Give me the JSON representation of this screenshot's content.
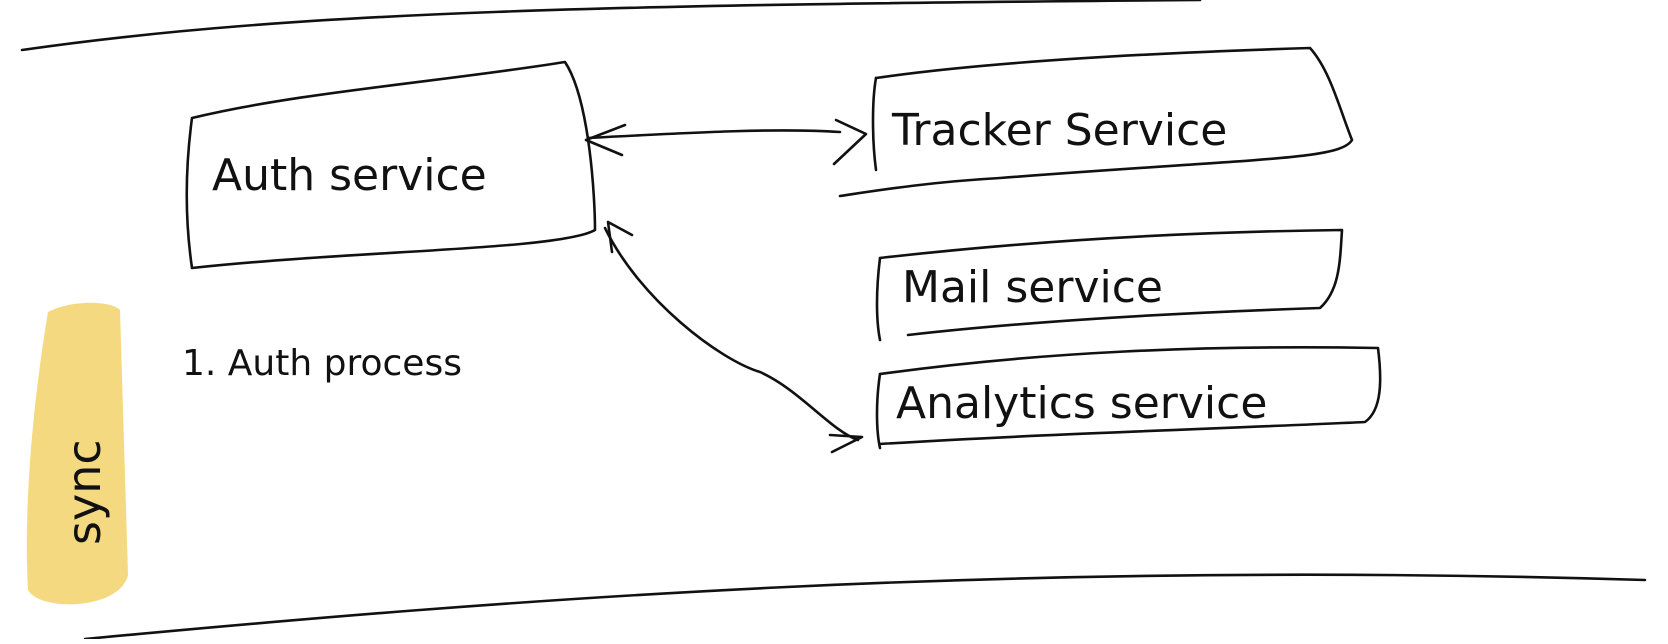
{
  "boxes": {
    "auth": "Auth service",
    "tracker": "Tracker Service",
    "mail": "Mail service",
    "analytics": "Analytics service"
  },
  "note": "1. Auth process",
  "sidebar_label": "sync",
  "colors": {
    "ink": "#111111",
    "highlight": "#f3d26b"
  }
}
